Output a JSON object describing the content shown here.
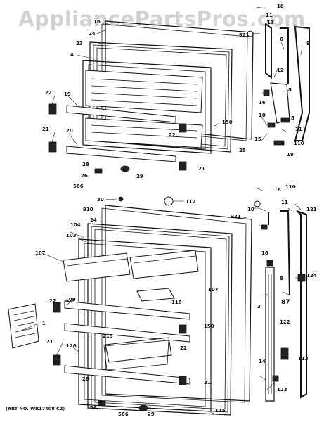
{
  "watermark": "AppliancePartsPros.com",
  "art_number": "(ART NO. WR17408 C2)",
  "callouts": {
    "top": [
      "18",
      "11",
      "24",
      "921",
      "13",
      "23",
      "4",
      "6",
      "9",
      "22",
      "19",
      "12",
      "5",
      "16",
      "10",
      "8",
      "11",
      "22",
      "150",
      "15",
      "110",
      "20",
      "25",
      "18",
      "21",
      "28",
      "26",
      "29",
      "21",
      "566"
    ],
    "bottom": [
      "30",
      "112",
      "18",
      "110",
      "910",
      "921",
      "10",
      "11",
      "121",
      "24",
      "104",
      "16",
      "103",
      "107",
      "8",
      "107",
      "124",
      "118",
      "87",
      "3",
      "22",
      "109",
      "150",
      "122",
      "1",
      "215",
      "22",
      "21",
      "126",
      "14",
      "113",
      "28",
      "21",
      "26",
      "566",
      "29",
      "115",
      "123"
    ]
  }
}
